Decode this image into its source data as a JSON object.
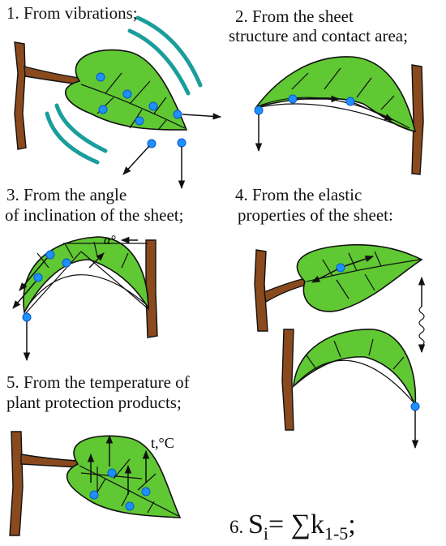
{
  "captions": {
    "c1": "1. From vibrations;",
    "c2_line1": "2. From the sheet",
    "c2_line2": "structure and contact area;",
    "c3_line1": "3. From the angle",
    "c3_line2": "of inclination of the sheet;",
    "c4_line1": "4. From the elastic",
    "c4_line2": "properties of the sheet:",
    "c5_line1": "5. From the temperature of",
    "c5_line2": "plant protection products;"
  },
  "labels": {
    "angle": "α°",
    "temperature": "t,°C"
  },
  "formula": {
    "number": "6.",
    "S": "S",
    "S_sub": "i",
    "equals": "= ∑k",
    "k_sub": "1-5",
    "end": ";"
  },
  "colors": {
    "leaf": "#5fc832",
    "branch": "#8a4a1d",
    "droplet": "#1e90ff",
    "vibration": "#1a9e9b"
  }
}
